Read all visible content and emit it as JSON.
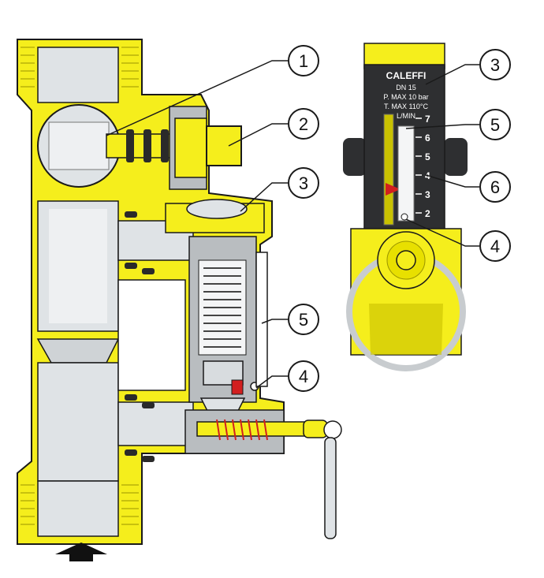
{
  "callouts": {
    "left": [
      "1",
      "2",
      "3",
      "5",
      "4"
    ],
    "right": [
      "3",
      "5",
      "6",
      "4"
    ]
  },
  "flowmeter_label": {
    "brand": "CALEFFI",
    "size": "DN 15",
    "pmax": "P. MAX 10 bar",
    "tmax": "T. MAX 110°C",
    "unit": "L/MIN"
  },
  "scale": {
    "ticks": [
      "7",
      "6",
      "5",
      "4",
      "3",
      "2"
    ]
  },
  "colors": {
    "brass": "#f5ee1c",
    "brass_shadow": "#c9c200",
    "steel": "#d9dde0",
    "outline": "#1a1a1a",
    "body_dark": "#2e2f31",
    "indicator_red": "#d21f1f",
    "arrow": "#111111"
  },
  "icons": {
    "flow_direction": "flow-up-arrow-icon"
  }
}
